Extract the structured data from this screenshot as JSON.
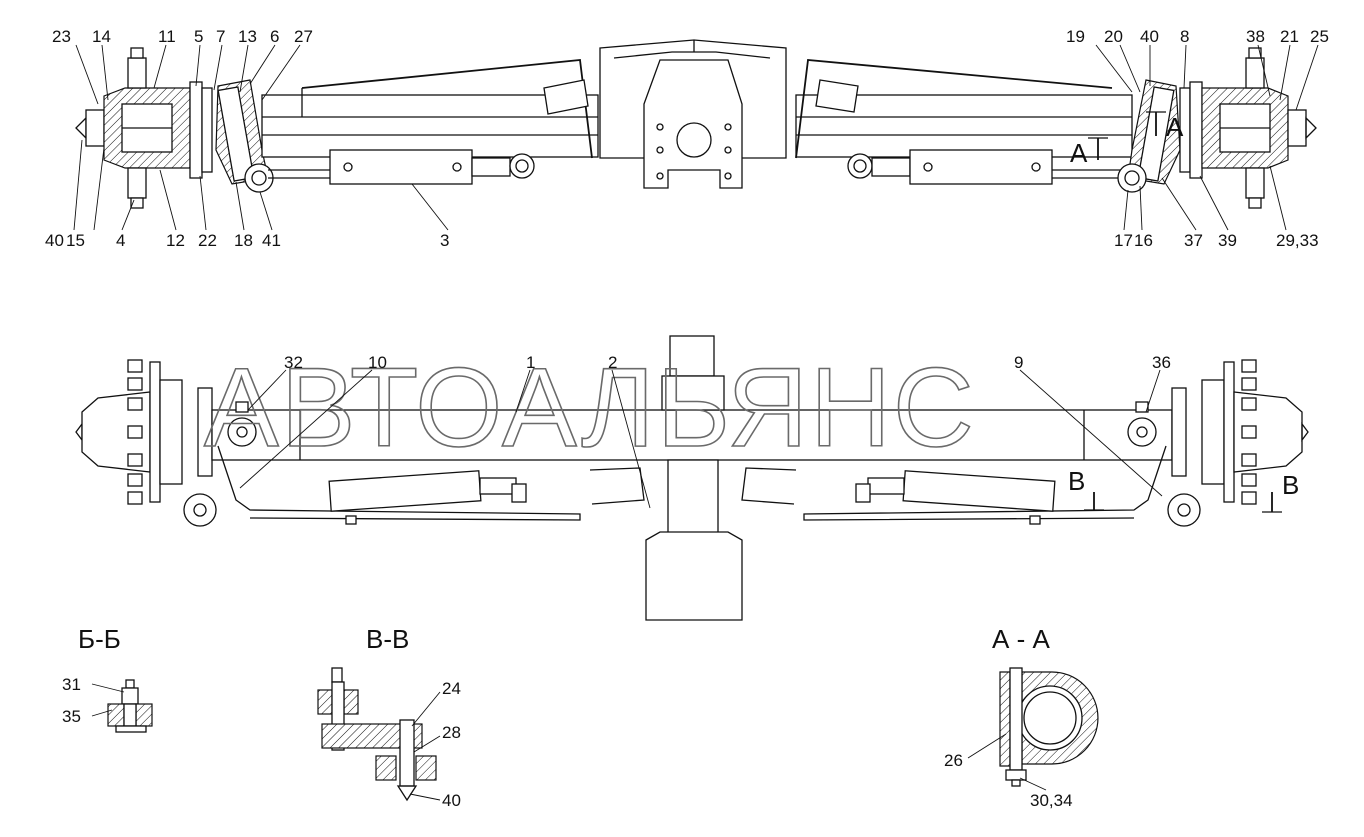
{
  "watermark": "АВТОАЛЬЯНС",
  "sections": {
    "bb": "Б-Б",
    "vv": "В-В",
    "aa": "А - А"
  },
  "cut_marks": {
    "a_left": "А",
    "a_right": "А",
    "v_left": "В",
    "v_right": "В"
  },
  "top_view_labels": {
    "l23": "23",
    "l14": "14",
    "l11": "11",
    "l5": "5",
    "l7": "7",
    "l13": "13",
    "l6": "6",
    "l27": "27",
    "l40a": "40",
    "l15": "15",
    "l4": "4",
    "l12": "12",
    "l22": "22",
    "l18": "18",
    "l41": "41",
    "l3": "3",
    "l19": "19",
    "l20": "20",
    "l40b": "40",
    "l8": "8",
    "l38": "38",
    "l21": "21",
    "l25": "25",
    "l17": "17",
    "l16": "16",
    "l37": "37",
    "l39": "39",
    "l2933": "29,33"
  },
  "front_view_labels": {
    "l32": "32",
    "l10": "10",
    "l1": "1",
    "l2": "2",
    "l9": "9",
    "l36": "36"
  },
  "section_labels": {
    "l31": "31",
    "l35": "35",
    "l24": "24",
    "l28": "28",
    "l40c": "40",
    "l26": "26",
    "l3034": "30,34"
  }
}
